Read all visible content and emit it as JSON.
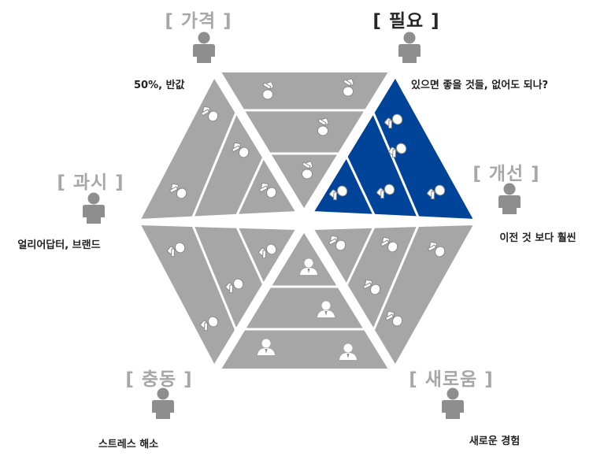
{
  "categories": {
    "price": {
      "title": "[ 가격 ]",
      "desc": "50%, 반값"
    },
    "need": {
      "title": "[ 필요 ]",
      "desc": "있으면 좋을 것들, 없어도 되나?"
    },
    "improve": {
      "title": "[ 개선 ]",
      "desc": "이전 것 보다 훨씬"
    },
    "novelty": {
      "title": "[ 새로움 ]",
      "desc": "새로운 경험"
    },
    "impulse": {
      "title": "[ 충동 ]",
      "desc": "스트레스 해소"
    },
    "show_off": {
      "title": "[ 과시 ]",
      "desc": "얼리어답터, 브랜드"
    }
  },
  "colors": {
    "segment_gray": "#a6a6a6",
    "segment_highlight": "#00449a",
    "icon_gray": "#8e8e8e",
    "glyph_light": "#ffffff"
  },
  "highlighted_segment": "need"
}
